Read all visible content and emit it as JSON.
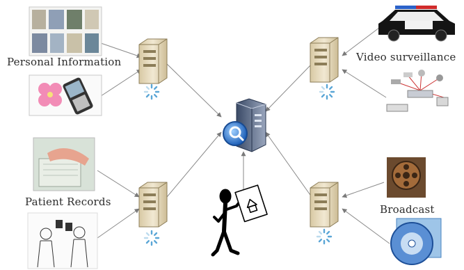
{
  "labels": {
    "personal": "Personal Information",
    "video": "Video surveillance",
    "patient": "Patient Records",
    "broadcast": "Broadcast"
  },
  "icons": {
    "server": "server-tower-icon",
    "spinner": "loading-spinner-icon",
    "central": "search-server-icon",
    "person": "person-holding-document-icon"
  },
  "colors": {
    "server_body": "#e8dcc0",
    "spinner": "#5aa6d6",
    "central_blue": "#2d6fc4",
    "lines": "#8a8a8a",
    "label": "#2b2b2b"
  }
}
